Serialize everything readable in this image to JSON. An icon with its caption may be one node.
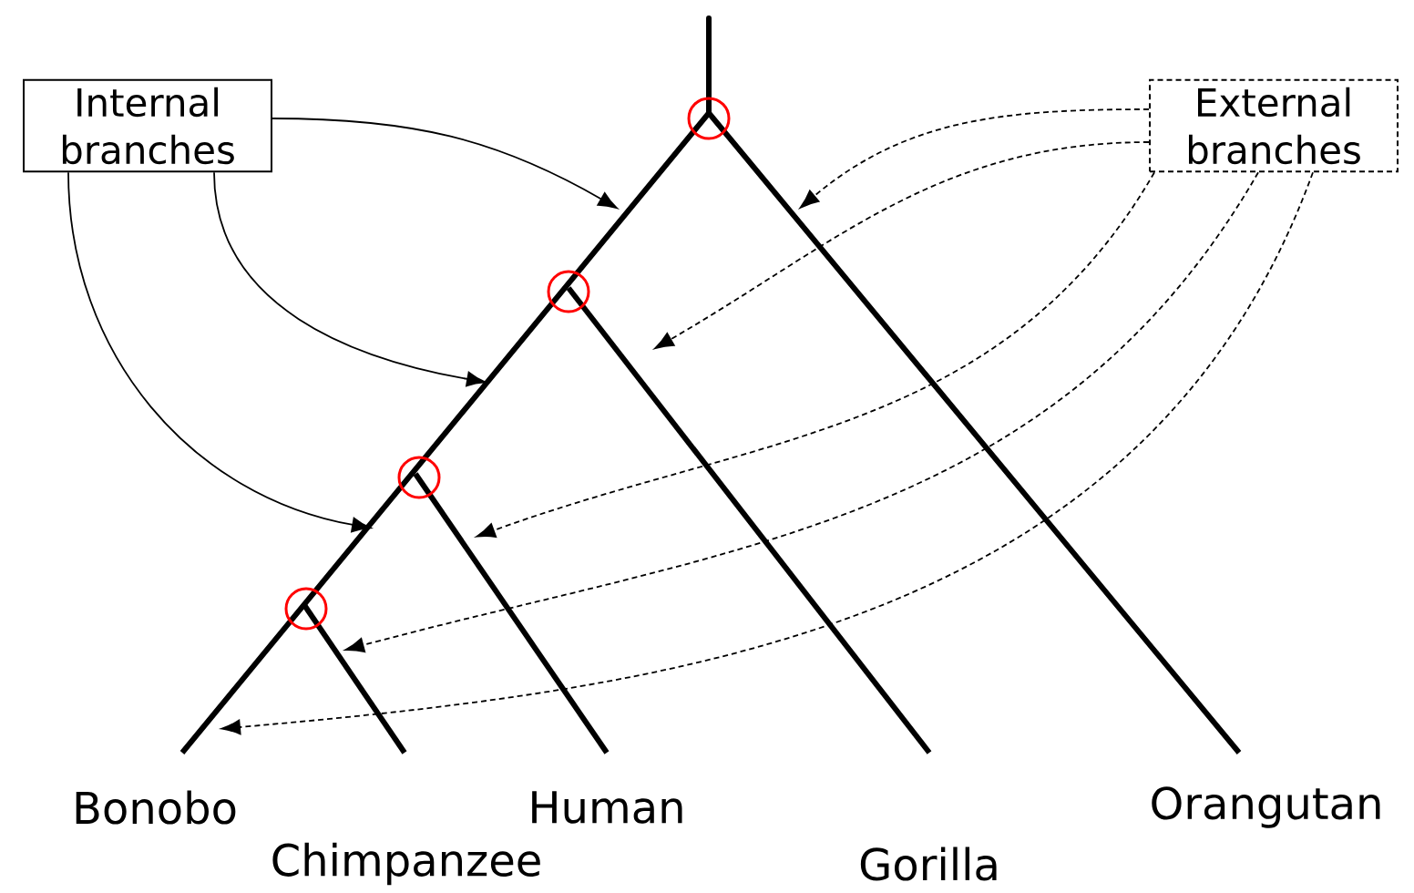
{
  "diagram": {
    "nodes": [
      {
        "text": [
          "Internal branches"
        ]
      },
      {
        "text": [
          "External branches"
        ]
      }
    ],
    "edges": [
      {
        "from": 0,
        "to": null,
        "arrow": "to"
      },
      {
        "from": 0,
        "to": null,
        "arrow": "to"
      },
      {
        "from": 0,
        "to": null,
        "arrow": "to"
      },
      {
        "from": 1,
        "to": null,
        "arrow": "to",
        "style": "dashed"
      },
      {
        "from": 1,
        "to": null,
        "arrow": "to",
        "style": "dashed"
      },
      {
        "from": 1,
        "to": null,
        "arrow": "to",
        "style": "dashed"
      },
      {
        "from": 1,
        "to": null,
        "arrow": "to",
        "style": "dashed"
      },
      {
        "from": 1,
        "to": null,
        "arrow": "to",
        "style": "dashed"
      }
    ],
    "labels": [
      "Bonobo",
      "Human",
      "Orangutan",
      "Chimpanzee",
      "Gorilla"
    ]
  }
}
